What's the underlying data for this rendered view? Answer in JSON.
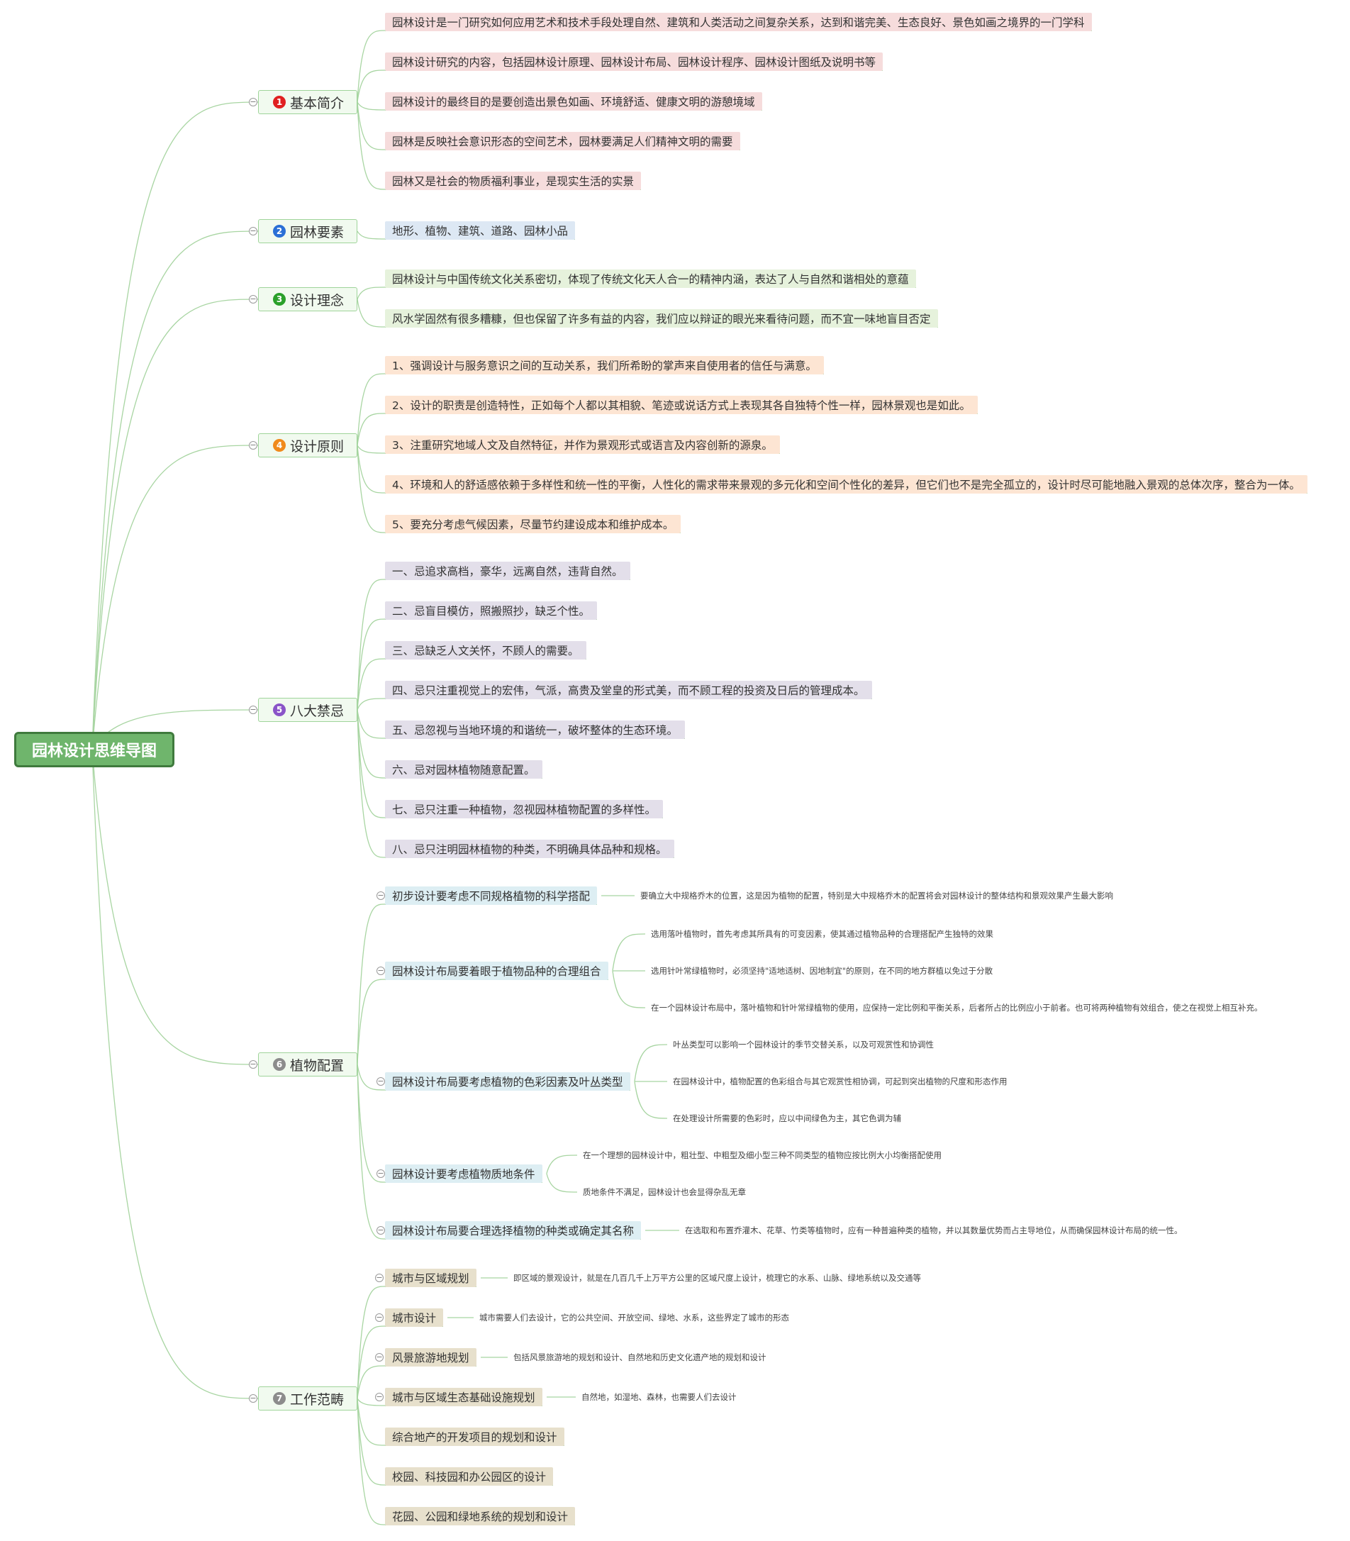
{
  "root": "园林设计思维导图",
  "topics": [
    {
      "num": "1",
      "badge_color": "#e02020",
      "label": "基本简介",
      "leaves": [
        "园林设计是一门研究如何应用艺术和技术手段处理自然、建筑和人类活动之间复杂关系，达到和谐完美、生态良好、景色如画之境界的一门学科",
        "园林设计研究的内容，包括园林设计原理、园林设计布局、园林设计程序、园林设计图纸及说明书等",
        "园林设计的最终目的是要创造出景色如画、环境舒适、健康文明的游憩境域",
        "园林是反映社会意识形态的空间艺术，园林要满足人们精神文明的需要",
        "园林又是社会的物质福利事业，是现实生活的实景"
      ]
    },
    {
      "num": "2",
      "badge_color": "#2a6fd6",
      "label": "园林要素",
      "leaves": [
        "地形、植物、建筑、道路、园林小品"
      ]
    },
    {
      "num": "3",
      "badge_color": "#2aa02a",
      "label": "设计理念",
      "leaves": [
        "园林设计与中国传统文化关系密切，体现了传统文化天人合一的精神内涵，表达了人与自然和谐相处的意蕴",
        "风水学固然有很多糟糠，但也保留了许多有益的内容，我们应以辩证的眼光来看待问题，而不宜一味地盲目否定"
      ]
    },
    {
      "num": "4",
      "badge_color": "#f08a1c",
      "label": "设计原则",
      "leaves": [
        "1、强调设计与服务意识之间的互动关系，我们所希盼的掌声来自使用者的信任与满意。",
        "2、设计的职责是创造特性，正如每个人都以其相貌、笔迹或说话方式上表现其各自独特个性一样，园林景观也是如此。",
        "3、注重研究地域人文及自然特征，并作为景观形式或语言及内容创新的源泉。",
        "4、环境和人的舒适感依赖于多样性和统一性的平衡，人性化的需求带来景观的多元化和空间个性化的差异，但它们也不是完全孤立的，设计时尽可能地融入景观的总体次序，整合为一体。",
        "5、要充分考虑气候因素，尽量节约建设成本和维护成本。"
      ]
    },
    {
      "num": "5",
      "badge_color": "#8a54c8",
      "label": "八大禁忌",
      "leaves": [
        "一、忌追求高档，豪华，远离自然，违背自然。",
        "二、忌盲目模仿，照搬照抄，缺乏个性。",
        "三、忌缺乏人文关怀，不顾人的需要。",
        "四、忌只注重视觉上的宏伟，气派，高贵及堂皇的形式美，而不顾工程的投资及日后的管理成本。",
        "五、忌忽视与当地环境的和谐统一，破坏整体的生态环境。",
        "六、忌对园林植物随意配置。",
        "七、忌只注重一种植物，忽视园林植物配置的多样性。",
        "八、忌只注明园林植物的种类，不明确具体品种和规格。"
      ]
    },
    {
      "num": "6",
      "badge_color": "#8c8c8c",
      "label": "植物配置",
      "subs": [
        {
          "label": "初步设计要考虑不同规格植物的科学搭配",
          "notes": [
            "要确立大中规格乔木的位置，这是因为植物的配置，特别是大中规格乔木的配置将会对园林设计的整体结构和景观效果产生最大影响"
          ]
        },
        {
          "label": "园林设计布局要着眼于植物品种的合理组合",
          "notes": [
            "选用落叶植物时，首先考虑其所具有的可变因素，使其通过植物品种的合理搭配产生独特的效果",
            "选用针叶常绿植物时，必须坚持\"适地适树、因地制宜\"的原则，在不同的地方群植以免过于分散",
            "在一个园林设计布局中，落叶植物和针叶常绿植物的使用，应保持一定比例和平衡关系，后者所占的比例应小于前者。也可将两种植物有效组合，使之在视觉上相互补充。"
          ]
        },
        {
          "label": "园林设计布局要考虑植物的色彩因素及叶丛类型",
          "notes": [
            "叶丛类型可以影响一个园林设计的季节交替关系，以及可观赏性和协调性",
            "在园林设计中，植物配置的色彩组合与其它观赏性相协调，可起到突出植物的尺度和形态作用",
            "在处理设计所需要的色彩时，应以中间绿色为主，其它色调为辅"
          ]
        },
        {
          "label": "园林设计要考虑植物质地条件",
          "notes": [
            "在一个理想的园林设计中，粗壮型、中粗型及细小型三种不同类型的植物应按比例大小均衡搭配使用",
            "质地条件不满足，园林设计也会显得杂乱无章"
          ]
        },
        {
          "label": "园林设计布局要合理选择植物的种类或确定其名称",
          "notes": [
            "在选取和布置乔灌木、花草、竹类等植物时，应有一种普遍种类的植物，并以其数量优势而占主导地位，从而确保园林设计布局的统一性。"
          ]
        }
      ]
    },
    {
      "num": "7",
      "badge_color": "#8c8c8c",
      "label": "工作范畴",
      "subs": [
        {
          "label": "城市与区域规划",
          "notes": [
            "即区域的景观设计，就是在几百几千上万平方公里的区域尺度上设计，梳理它的水系、山脉、绿地系统以及交通等"
          ]
        },
        {
          "label": "城市设计",
          "notes": [
            "城市需要人们去设计，它的公共空间、开放空间、绿地、水系，这些界定了城市的形态"
          ]
        },
        {
          "label": "风景旅游地规划",
          "notes": [
            "包括风景旅游地的规划和设计、自然地和历史文化遗产地的规划和设计"
          ]
        },
        {
          "label": "城市与区域生态基础设施规划",
          "notes": [
            "自然地，如湿地、森林，也需要人们去设计"
          ]
        },
        {
          "label": "综合地产的开发项目的规划和设计",
          "notes": []
        },
        {
          "label": "校园、科技园和办公园区的设计",
          "notes": []
        },
        {
          "label": "花园、公园和绿地系统的规划和设计",
          "notes": []
        }
      ]
    }
  ],
  "colors": {
    "connector": "#a8d5a2",
    "root_fill": "#6fb56c",
    "root_border": "#3f7a3d",
    "leaf_fills": [
      "#f6dcdc",
      "#dde8f4",
      "#e6f2dc",
      "#fde5d3",
      "#e3dfea",
      "#ddeef3",
      "#e7e0cc"
    ]
  }
}
